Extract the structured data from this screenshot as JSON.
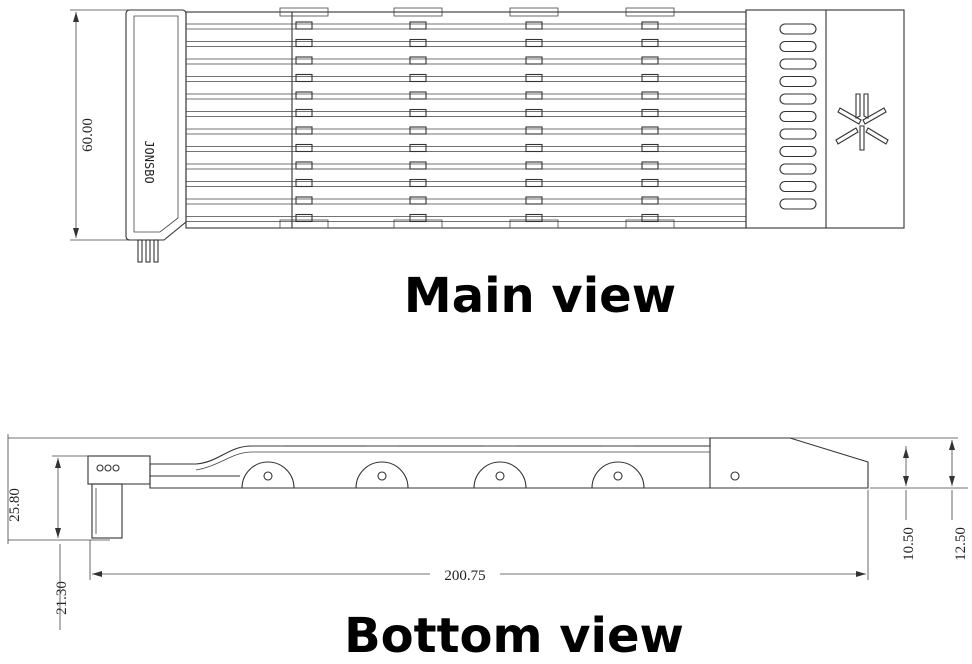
{
  "headings": {
    "main_view": "Main view",
    "bottom_view": "Bottom view"
  },
  "dimensions": {
    "height_main": "60.00",
    "length_bottom": "200.75",
    "height_left": "25.80",
    "offset_left": "21.30",
    "height_right_inner": "10.50",
    "height_right_outer": "12.50"
  },
  "logo_text": "JONSBO",
  "colors": {
    "line": "#333333",
    "text": "#000000",
    "background": "#ffffff"
  }
}
